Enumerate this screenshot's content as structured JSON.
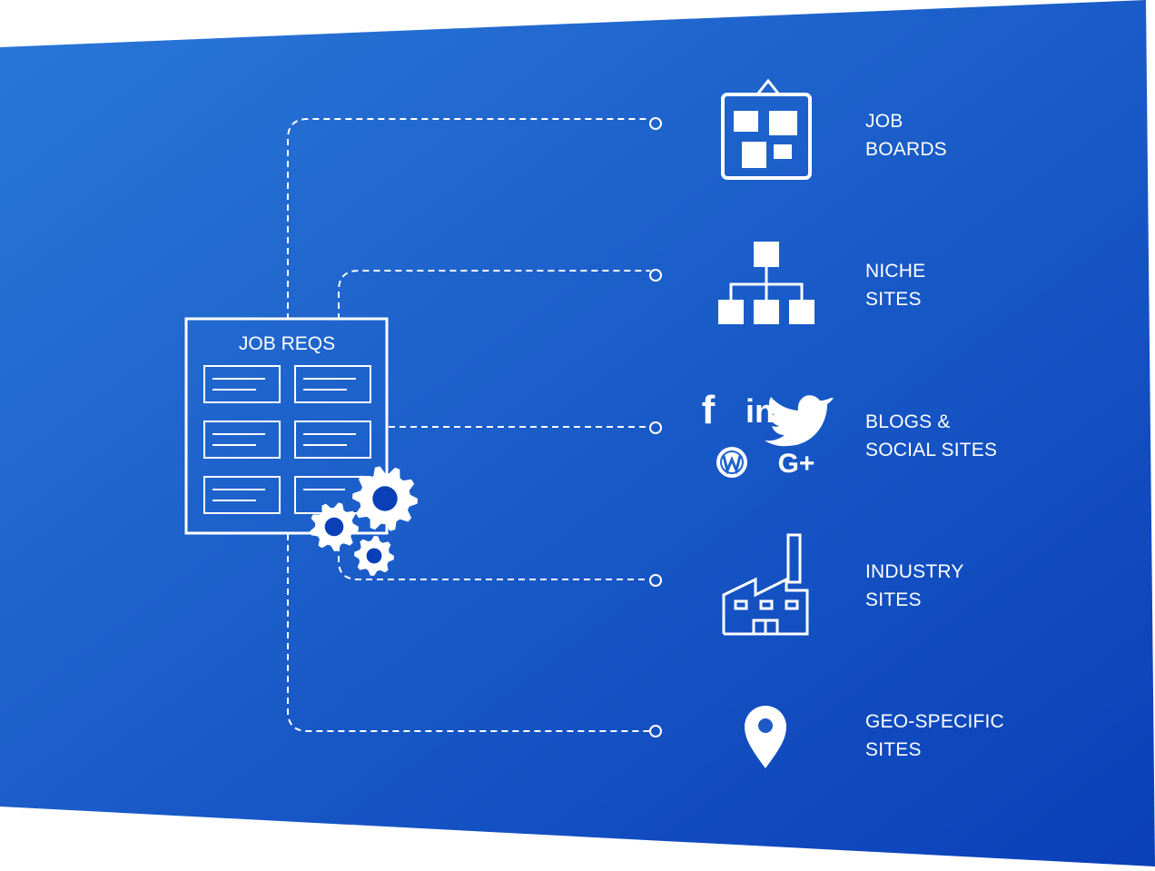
{
  "diagram": {
    "colors": {
      "bg_start": "#2a78d8",
      "bg_end": "#0a3fb8",
      "stroke": "#ffffff"
    },
    "hub": {
      "title": "JOB REQS",
      "icon": "document-with-gears-icon"
    },
    "destinations": [
      {
        "icon": "bulletin-board-icon",
        "line1": "JOB",
        "line2": "BOARDS"
      },
      {
        "icon": "org-chart-icon",
        "line1": "NICHE",
        "line2": "SITES"
      },
      {
        "icon": "social-icons",
        "line1": "BLOGS &",
        "line2": "SOCIAL SITES",
        "social": {
          "facebook": "f",
          "linkedin": "in",
          "googleplus": "G+"
        }
      },
      {
        "icon": "factory-icon",
        "line1": "INDUSTRY",
        "line2": "SITES"
      },
      {
        "icon": "map-pin-icon",
        "line1": "GEO-SPECIFIC",
        "line2": "SITES"
      }
    ]
  }
}
